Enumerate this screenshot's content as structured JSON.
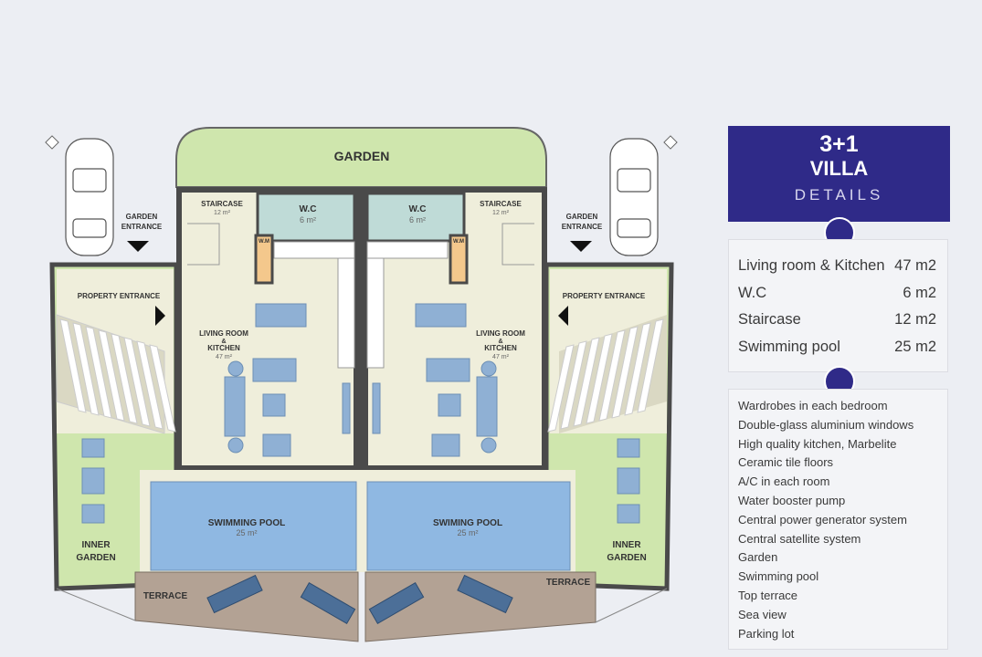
{
  "plan": {
    "garden": "GARDEN",
    "garden_entrance_line1": "GARDEN",
    "garden_entrance_line2": "ENTRANCE",
    "staircase": "STAIRCASE",
    "staircase_area": "12 m²",
    "wc": "W.C",
    "wc_area": "6 m²",
    "wm": "W.M",
    "property_entrance": "PROPERTY ENTRANCE",
    "living_line1": "LIVING ROOM",
    "living_line2": "&",
    "living_line3": "KITCHEN",
    "living_area": "47 m²",
    "pool_left": "SWIMMING POOL",
    "pool_right": "SWIMING POOL",
    "pool_area": "25 m²",
    "inner_garden_line1": "INNER",
    "inner_garden_line2": "GARDEN",
    "terrace": "TERRACE"
  },
  "details": {
    "title_line1": "3+1",
    "title_line2": "VILLA",
    "subtitle": "DETAILS",
    "sizes": [
      {
        "label": "Living room & Kitchen",
        "value": "47 m2"
      },
      {
        "label": "W.C",
        "value": "6 m2"
      },
      {
        "label": "Staircase",
        "value": "12 m2"
      },
      {
        "label": "Swimming pool",
        "value": "25 m2"
      }
    ],
    "features": [
      "Wardrobes in each bedroom",
      "Double-glass aluminium windows",
      "High quality kitchen, Marbelite",
      "Ceramic tile floors",
      "A/C in each room",
      "Water booster pump",
      "Central power generator system",
      "Central satellite system",
      "Garden",
      "Swimming pool",
      "Top terrace",
      "Sea view",
      "Parking lot"
    ]
  },
  "colors": {
    "accent": "#2f2a88",
    "garden": "#cfe6ad",
    "pool": "#8fb8e2",
    "wc": "#bfdbd7",
    "floor": "#efeedb",
    "terrace": "#b3a294"
  }
}
